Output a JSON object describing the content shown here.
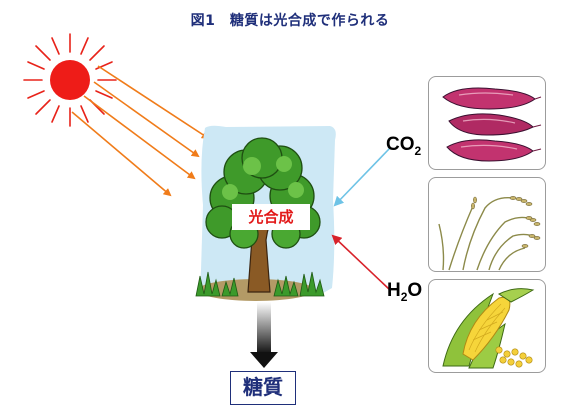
{
  "title": "図1　糖質は光合成で作られる",
  "center_label": "光合成",
  "inputs": {
    "co2": {
      "main": "CO",
      "sub": "2"
    },
    "h2o": {
      "main": "H",
      "sub": "2",
      "tail": "O"
    }
  },
  "output_label": "糖質",
  "icons": [
    "sun-icon",
    "tree-icon",
    "sweet-potato-icon",
    "rice-plant-icon",
    "corn-icon"
  ],
  "colors": {
    "title": "#1f2f7a",
    "sunlight_arrow": "#f07c1a",
    "co2_arrow": "#6ec3e6",
    "h2o_arrow": "#d8222a",
    "photosynthesis_text": "#e21b1b",
    "sky": "#cde8f5"
  }
}
